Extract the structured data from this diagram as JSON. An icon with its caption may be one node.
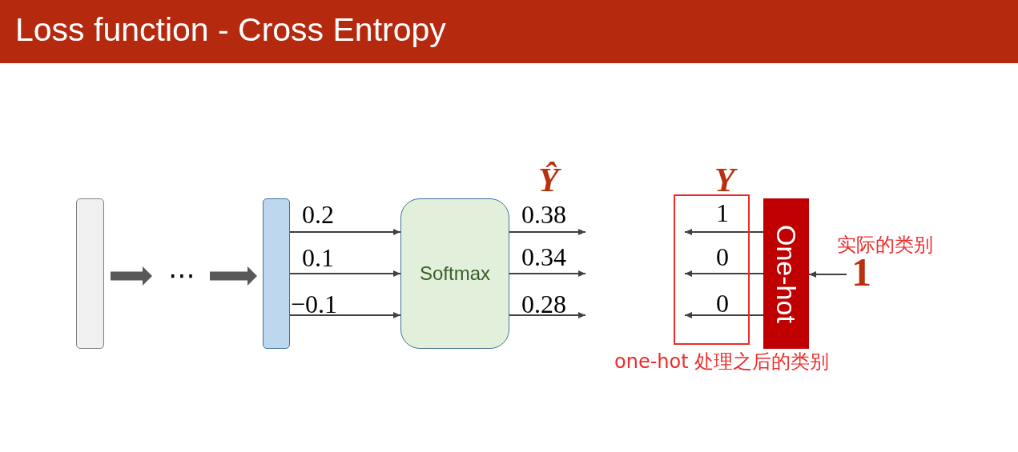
{
  "diagram": {
    "title": "Loss function - Cross Entropy",
    "nodes": [
      {
        "text": [],
        "shape": "bar"
      },
      {
        "text": [
          "⋯"
        ]
      },
      {
        "text": [],
        "shape": "bar"
      },
      {
        "text": [
          "Softmax"
        ]
      },
      {
        "text": [
          "Y"
        ]
      },
      {
        "text": [
          "One-hot"
        ]
      },
      {
        "text": [
          "1"
        ]
      }
    ],
    "edges": [
      {
        "from": 0,
        "to": 1,
        "arrow": "to",
        "style": "thick",
        "color": "#595959"
      },
      {
        "from": 1,
        "to": 2,
        "arrow": "to",
        "style": "thick",
        "color": "#595959"
      },
      {
        "from": 2,
        "to": 3,
        "arrow": "to",
        "label": "0.2"
      },
      {
        "from": 2,
        "to": 3,
        "arrow": "to",
        "label": "0.1"
      },
      {
        "from": 2,
        "to": 3,
        "arrow": "to",
        "label": "−0.1"
      },
      {
        "from": 3,
        "to": null,
        "arrow": "to",
        "label": "0.38"
      },
      {
        "from": 3,
        "to": null,
        "arrow": "to",
        "label": "0.34"
      },
      {
        "from": 3,
        "to": null,
        "arrow": "to",
        "label": "0.28"
      },
      {
        "from": 5,
        "to": 4,
        "arrow": "to",
        "label": "1"
      },
      {
        "from": 5,
        "to": 4,
        "arrow": "to",
        "label": "0"
      },
      {
        "from": 5,
        "to": 4,
        "arrow": "to",
        "label": "0"
      },
      {
        "from": 6,
        "to": 5,
        "arrow": "to"
      }
    ],
    "labels": [
      "Ŷ",
      "实际的类别",
      "one-hot 处理之后的类别"
    ]
  }
}
